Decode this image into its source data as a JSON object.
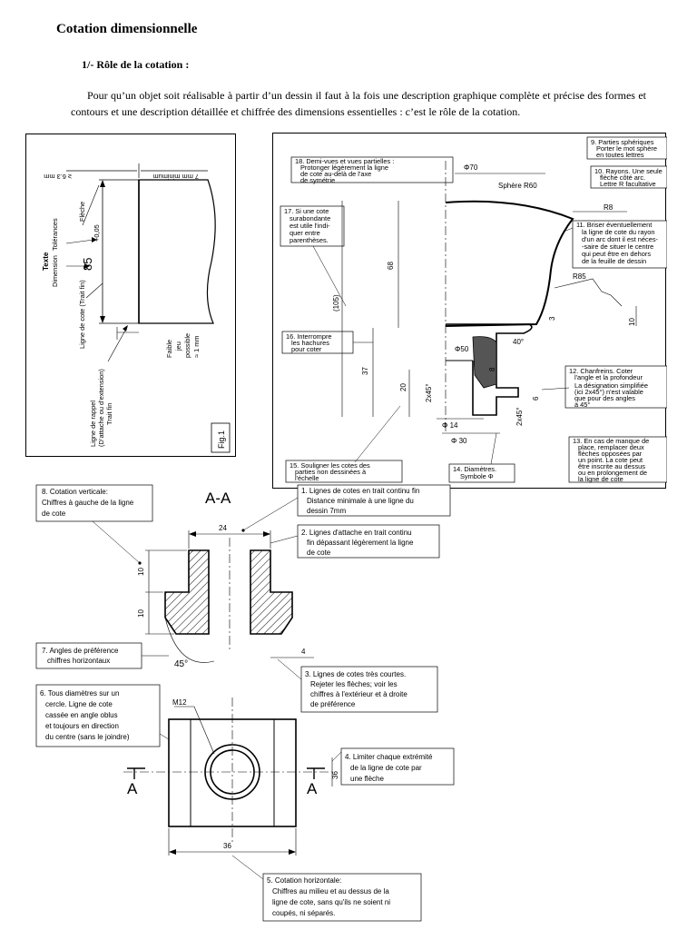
{
  "title": "Cotation  dimensionnelle",
  "section": "1/- Rôle de la cotation :",
  "intro": "Pour qu’un objet soit réalisable à partir d’un dessin il faut à la fois une description graphique complète et précise  des formes et contours et  une  description  détaillée et chiffrée des dimensions essentielles  : c’est le rôle de la cotation.",
  "fig1": {
    "top_dim_left": "≥ 6.3 mm",
    "top_dim_right": "7 mm minimum",
    "fleche": "Flèche",
    "texte": "Texte",
    "dimension": "Dimension",
    "tolerances": "Tolérances",
    "value": "85",
    "tol": "+0,05",
    "ligne_cote": "Ligne de cote (Trait fin)",
    "ligne_rappel_1": "Ligne de rappel",
    "ligne_rappel_2": "(D’attache ou d’extension)",
    "ligne_rappel_3": "Trait fin",
    "faible_1": "Faible",
    "faible_2": "jeu",
    "faible_3": "possible",
    "faible_4": "≈ 1 mm",
    "fig_label": "Fig.1"
  },
  "fig2": {
    "note18": [
      "18. Demi-vues et vues partielles :",
      "Protonger légèrement la ligne",
      "de cote au-delà de l'axe",
      "de symétrie"
    ],
    "note17": [
      "17. Si une cote",
      "surabondante",
      "est utile l'indi-",
      "quer entre",
      "parenthèses."
    ],
    "note16": [
      "16. Interrompre",
      "les hachures",
      "pour coter"
    ],
    "note15": [
      "15. Souligner les cotes des",
      "parties non dessinées à",
      "l'échelle"
    ],
    "note14": [
      "14. Diamètres.",
      "Symbole Φ"
    ],
    "note13": [
      "13. En cas de manque de",
      "place, remplacer deux",
      "flèches opposées par",
      "un point. La cote peut",
      "être inscrite au dessus",
      "ou en prolongement de",
      "la ligne de cote"
    ],
    "note12": [
      "12. Chanfreins. Coter",
      "l'angle et la profondeur",
      "La désignation simplifiée",
      "(ici 2x45°) n'est valable",
      "que pour des angles",
      "à 45°"
    ],
    "note11": [
      "11. Briser éventuellement",
      "la ligne de cote du rayon",
      "d'un arc dont il est néces-",
      "-saire de situer le centre",
      "qui peut être en dehors",
      "de la feuille de dessin"
    ],
    "note10": [
      "10. Rayons. Une seule",
      "flèche côté arc.",
      "Lettre R facultative"
    ],
    "note9": [
      "9. Parties sphériques",
      "Porter le mot sphère",
      "en toutes lettres"
    ],
    "phi70": "Φ70",
    "sphere": "Sphère R60",
    "r8": "R8",
    "r85": "R85",
    "d68": "68",
    "d105": "(105)",
    "d37": "37",
    "d20": "20",
    "d10": "10",
    "d3": "3",
    "phi50": "Φ50",
    "a40": "40°",
    "c2x45a": "2x45°",
    "c2x45b": "2x45°",
    "d8": "8",
    "d6": "6",
    "phi14": "Φ 14",
    "phi30": "Φ 30"
  },
  "fig3": {
    "section_label": "A-A",
    "note8": [
      "8.  Cotation verticale:",
      "Chiffres à gauche de la ligne",
      "de cote"
    ],
    "note1": [
      "1. Lignes de cotes en trait continu fin",
      "Distance minimale à une ligne du",
      "dessin 7mm"
    ],
    "note2": [
      "2. Lignes d'attache en trait continu",
      "fin dépassant légèrement la ligne",
      "de cote"
    ],
    "note7": [
      "7. Angles de préférence",
      "chiffres horizontaux"
    ],
    "note3": [
      "3. Lignes de cotes très courtes.",
      "Rejeter les flèches; voir les",
      "chiffres à l'extérieur et à droite",
      "de préférence"
    ],
    "note6": [
      "6. Tous diamètres sur un",
      "cercle. Ligne de cote",
      "cassée en angle oblus",
      "et toujours en direction",
      "du centre (sans le joindre)"
    ],
    "note4": [
      "4. Limiter chaque extrémité",
      "de la ligne de cote par",
      "une flèche"
    ],
    "note5": [
      "5. Cotation horizontale:",
      "Chiffres au milieu et au dessus de la",
      "ligne de cote, sans qu'ils ne soient ni",
      "coupés, ni séparés."
    ],
    "d24": "24",
    "d10a": "10",
    "d10b": "10",
    "d4": "4",
    "a45": "45°",
    "m12": "M12",
    "d36h": "36",
    "d36v": "36",
    "a_left": "A",
    "a_right": "A"
  }
}
